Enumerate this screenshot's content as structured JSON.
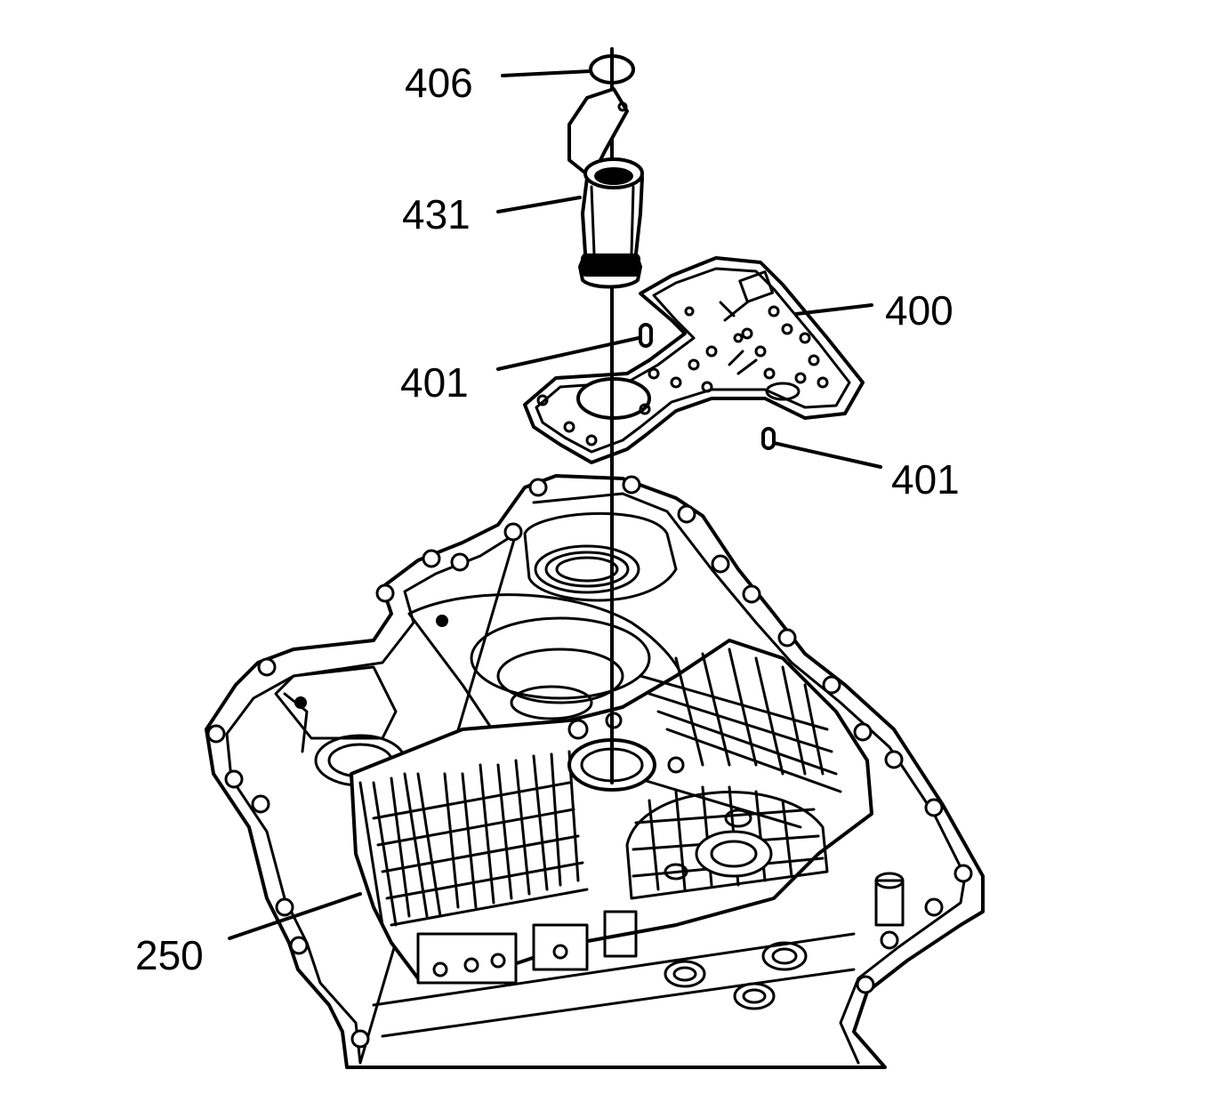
{
  "callouts": [
    {
      "id": "406",
      "label": "406"
    },
    {
      "id": "431",
      "label": "431"
    },
    {
      "id": "400",
      "label": "400"
    },
    {
      "id": "401-left",
      "label": "401"
    },
    {
      "id": "401-right",
      "label": "401"
    },
    {
      "id": "250",
      "label": "250"
    }
  ],
  "colors": {
    "ink": "#000000",
    "background": "#ffffff"
  }
}
